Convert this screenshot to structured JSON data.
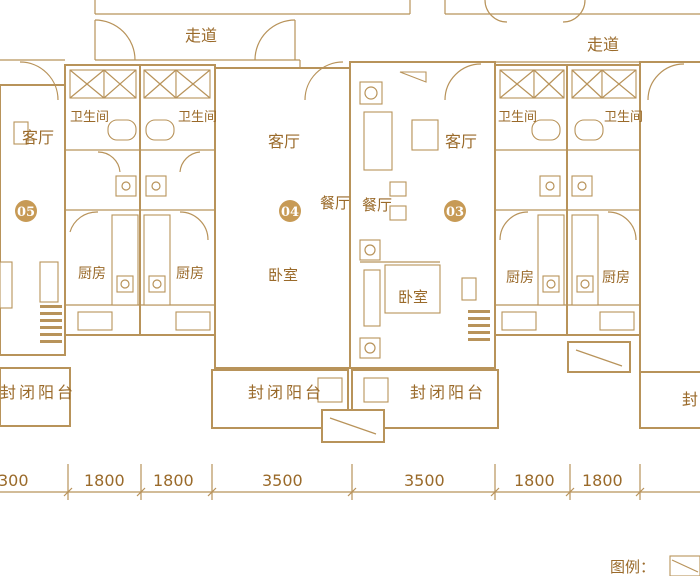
{
  "labels": {
    "corridor": "走道",
    "living": "客厅",
    "bathroom": "卫生间",
    "kitchen": "厨房",
    "dining": "餐厅",
    "bedroom": "卧室",
    "balcony": "封闭阳台",
    "legend": "图例："
  },
  "units": [
    "05",
    "04",
    "03"
  ],
  "dimensions": [
    "300",
    "1800",
    "1800",
    "3500",
    "3500",
    "1800",
    "1800"
  ],
  "colors": {
    "line": "#b8935a",
    "text": "#9a6a2a",
    "badge": "#c79a55"
  }
}
